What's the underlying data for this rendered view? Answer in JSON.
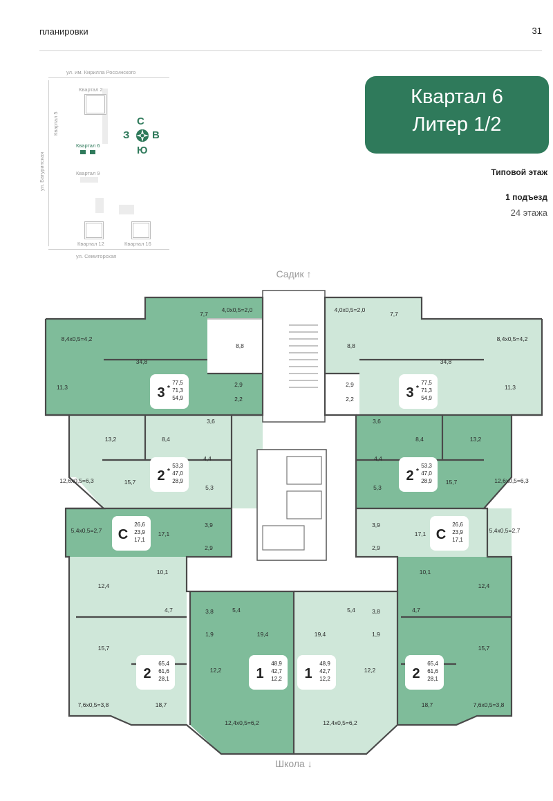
{
  "header": {
    "section": "планировки",
    "page_number": "31"
  },
  "site_map": {
    "streets": {
      "top": "ул. им. Кирилла Россинского",
      "bottom": "ул. Семиторская",
      "left": "ул. Батуринская",
      "left_inner": "Квартал 5"
    },
    "blocks": [
      "Квартал 2",
      "Квартал 6",
      "Квартал 9",
      "Квартал 12",
      "Квартал 16"
    ]
  },
  "compass": {
    "north": "С",
    "west": "З",
    "east": "В",
    "south": "Ю"
  },
  "title": {
    "line1": "Квартал 6",
    "line2": "Литер 1/2"
  },
  "info": {
    "floor_type": "Типовой этаж",
    "entrance": "1 подъезд",
    "floors": "24 этажа"
  },
  "directions": {
    "top": "Садик ↑",
    "bottom": "Школа ↓"
  },
  "colors": {
    "dark": "#7fbc9a",
    "light": "#cfe7d9",
    "accent": "#2f7a5b"
  },
  "apartments": [
    {
      "type": "3",
      "star": "*",
      "areas": [
        "77,5",
        "71,3",
        "54,9"
      ]
    },
    {
      "type": "3",
      "star": "*",
      "areas": [
        "77,5",
        "71,3",
        "54,9"
      ]
    },
    {
      "type": "2",
      "star": "*",
      "areas": [
        "53,3",
        "47,0",
        "28,9"
      ]
    },
    {
      "type": "2",
      "star": "*",
      "areas": [
        "53,3",
        "47,0",
        "28,9"
      ]
    },
    {
      "type": "С",
      "star": "",
      "areas": [
        "26,6",
        "23,9",
        "17,1"
      ]
    },
    {
      "type": "С",
      "star": "",
      "areas": [
        "26,6",
        "23,9",
        "17,1"
      ]
    },
    {
      "type": "2",
      "star": "",
      "areas": [
        "65,4",
        "61,6",
        "28,1"
      ]
    },
    {
      "type": "2",
      "star": "",
      "areas": [
        "65,4",
        "61,6",
        "28,1"
      ]
    },
    {
      "type": "1",
      "star": "",
      "areas": [
        "48,9",
        "42,7",
        "12,2"
      ]
    },
    {
      "type": "1",
      "star": "",
      "areas": [
        "48,9",
        "42,7",
        "12,2"
      ]
    }
  ],
  "room_labels": [
    "7,7",
    "4,0x0,5=2,0",
    "8,8",
    "8,4x0,5=4,2",
    "34,8",
    "11,3",
    "2,9",
    "2,2",
    "3,6",
    "7,7",
    "4,0x0,5=2,0",
    "8,8",
    "8,4x0,5=4,2",
    "34,8",
    "11,3",
    "2,9",
    "2,2",
    "3,6",
    "13,2",
    "8,4",
    "4,4",
    "12,6x0,5=6,3",
    "15,7",
    "5,3",
    "13,2",
    "8,4",
    "4,4",
    "12,6x0,5=6,3",
    "15,7",
    "5,3",
    "5,4x0,5=2,7",
    "17,1",
    "3,9",
    "2,9",
    "5,4x0,5=2,7",
    "17,1",
    "3,9",
    "2,9",
    "10,1",
    "12,4",
    "4,7",
    "15,7",
    "7,6x0,5=3,8",
    "18,7",
    "10,1",
    "12,4",
    "4,7",
    "15,7",
    "7,6x0,5=3,8",
    "18,7",
    "3,8",
    "5,4",
    "1,9",
    "19,4",
    "12,2",
    "12,4x0,5=6,2",
    "3,8",
    "5,4",
    "1,9",
    "19,4",
    "12,2",
    "12,4x0,5=6,2"
  ]
}
